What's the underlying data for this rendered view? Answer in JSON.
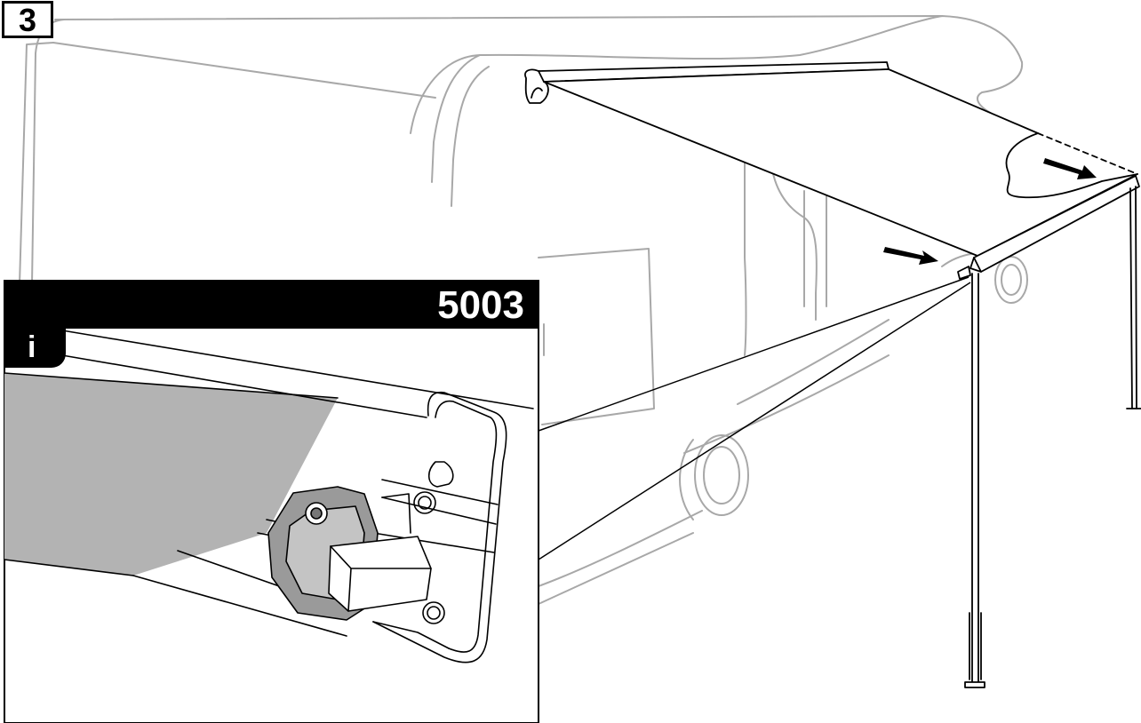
{
  "step_number": "3",
  "detail": {
    "code": "5003",
    "info_label": "i"
  },
  "colors": {
    "vehicle_outline": "#a8a8a8",
    "awning_fabric": "#ffffff",
    "detail_fabric": "#b3b3b3",
    "label_background": "#000000",
    "label_text": "#ffffff",
    "line": "#000000"
  },
  "icons": [
    "arrow-right-icon",
    "info-icon"
  ]
}
